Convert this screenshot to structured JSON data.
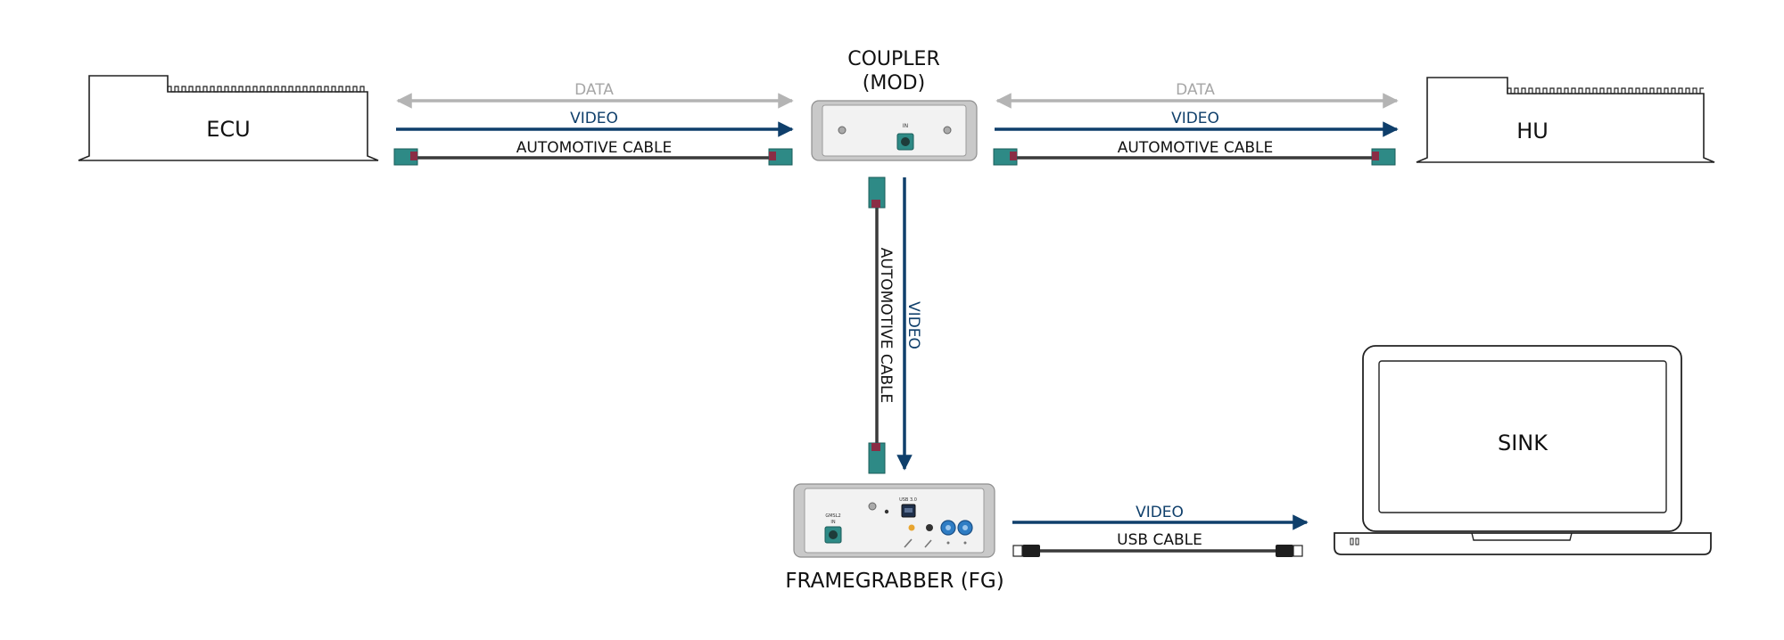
{
  "devices": {
    "ecu": "ECU",
    "hu": "HU",
    "coupler_line1": "COUPLER",
    "coupler_line2": "(MOD)",
    "framegrabber": "FRAMEGRABBER (FG)",
    "sink": "SINK"
  },
  "links": {
    "data": "DATA",
    "video": "VIDEO",
    "automotive_cable": "AUTOMOTIVE CABLE",
    "usb_cable": "USB CABLE"
  },
  "ports": {
    "coupler_in": "IN",
    "fg_gmsl": "GMSL2",
    "fg_in": "IN",
    "fg_usb": "USB 3.0"
  },
  "colors": {
    "video": "#0f3f6b",
    "data": "#b4b4b4",
    "cable": "#3a3a3a",
    "connector": "#2e8a86",
    "outline": "#222222",
    "device_body": "#f2f2f2",
    "device_frame": "#c8c8c8",
    "knob": "#2f7dc4"
  }
}
